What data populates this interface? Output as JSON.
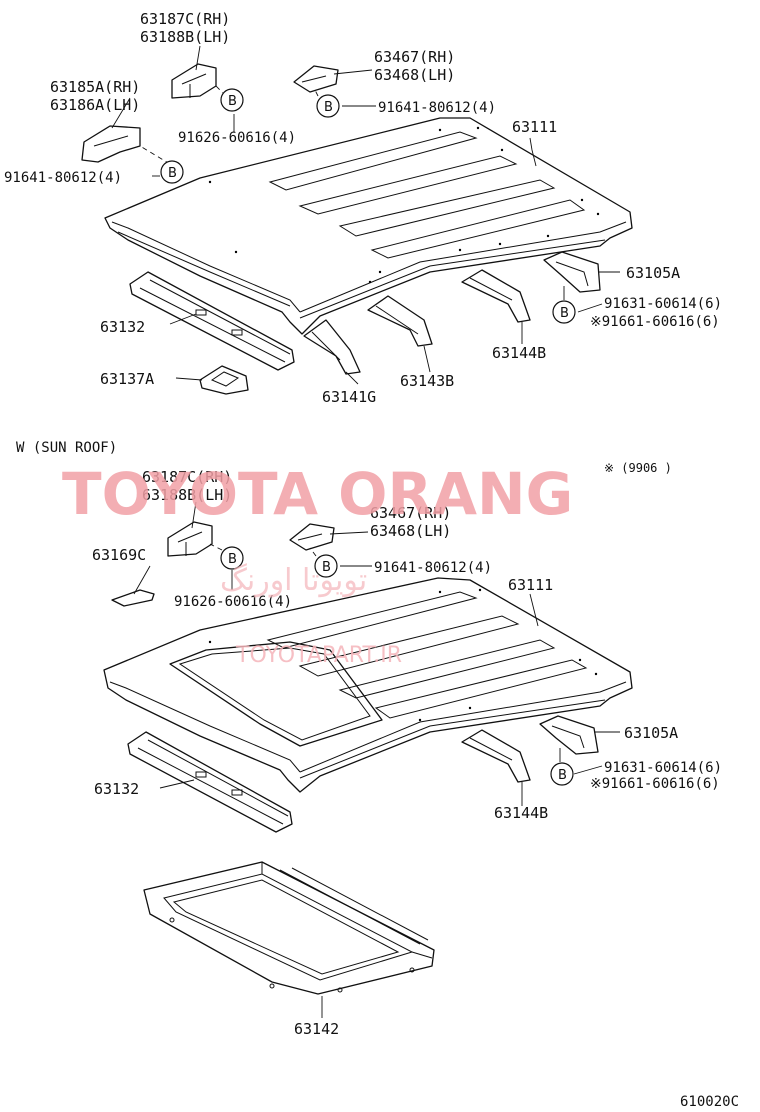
{
  "watermark": {
    "brand": "TOYOTA ORANG",
    "brand_fa": "تویوتا اورنگ",
    "site": "TOYOTAPART.IR"
  },
  "section_note": "W (SUN ROOF)",
  "date_note": "※ (9906          )",
  "diagram_code": "610020C",
  "bolt_symbol": "B",
  "top": {
    "labels": {
      "p63187c": "63187C(RH)",
      "p63188b": "63188B(LH)",
      "p63185a": "63185A(RH)",
      "p63186a": "63186A(LH)",
      "p63467": "63467(RH)",
      "p63468": "63468(LH)",
      "b91641": "91641-80612(4)",
      "b91626": "91626-60616(4)",
      "b91641_left": "91641-80612(4)",
      "p63111": "63111",
      "p63105a": "63105A",
      "b91631": "91631-60614(6)",
      "b91661": "※91661-60616(6)",
      "p63132": "63132",
      "p63137a": "63137A",
      "p63141g": "63141G",
      "p63143b": "63143B",
      "p63144b": "63144B"
    }
  },
  "bottom": {
    "labels": {
      "p63187c": "63187C(RH)",
      "p63188b": "63188B(LH)",
      "p63169c": "63169C",
      "p63467": "63467(RH)",
      "p63468": "63468(LH)",
      "b91641": "91641-80612(4)",
      "b91626": "91626-60616(4)",
      "p63111": "63111",
      "p63105a": "63105A",
      "b91631": "91631-60614(6)",
      "b91661": "※91661-60616(6)",
      "p63132": "63132",
      "p63144b": "63144B",
      "p63142": "63142"
    }
  }
}
